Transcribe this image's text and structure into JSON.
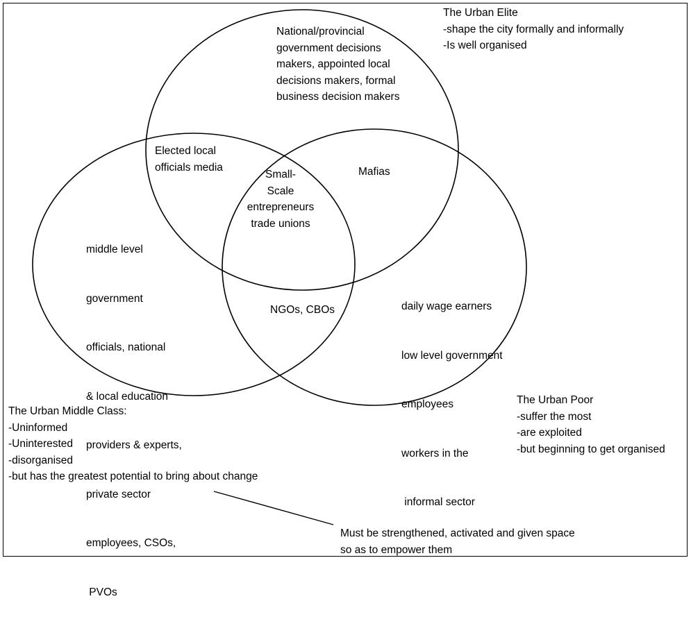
{
  "diagram": {
    "line_color": "#000000",
    "groups": {
      "elite": {
        "heading": "The Urban Elite",
        "lines": [
          "-shape the city formally and informally",
          "-Is well organised"
        ]
      },
      "middle_class": {
        "heading": "The Urban Middle Class:",
        "lines": [
          "-Uninformed",
          "-Uninterested",
          "-disorganised",
          "-but has the greatest potential to bring about change"
        ]
      },
      "poor": {
        "heading": "The Urban Poor",
        "lines": [
          "-suffer the most",
          "-are exploited",
          "-but beginning to get organised"
        ]
      }
    },
    "regions": {
      "elite_only": [
        "National/provincial",
        "government decisions",
        "makers, appointed local",
        "decisions makers, formal",
        "business decision makers"
      ],
      "elite_middle": [
        "Elected local",
        "officials media"
      ],
      "elite_poor": [
        "Mafias"
      ],
      "all_three": [
        "Small-",
        "Scale",
        "entrepreneurs",
        "trade unions"
      ],
      "middle_only": [
        "middle level",
        "government",
        "officials, national",
        "& local education",
        "providers & experts,",
        "private sector",
        "employees, CSOs,",
        " PVOs"
      ],
      "middle_poor": [
        "NGOs, CBOs"
      ],
      "poor_only": [
        "daily wage earners",
        "low level government",
        "employees",
        "workers in the",
        " informal sector"
      ]
    },
    "callout": [
      "Must be strengthened, activated and given space",
      "so as to empower them"
    ]
  }
}
